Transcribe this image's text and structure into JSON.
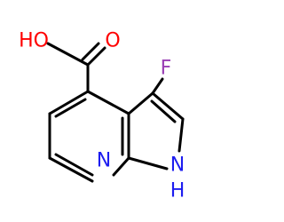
{
  "structure": {
    "labels": {
      "hydroxyl": "HO",
      "carbonyl_oxygen": "O",
      "fluorine": "F",
      "pyridine_nitrogen": "N",
      "pyrrole_nh": "N",
      "pyrrole_h": "H"
    },
    "colors": {
      "bond": "#000000",
      "oxygen": "#ff0000",
      "fluorine": "#9a3fb5",
      "nitrogen": "#1d1df0",
      "background": "#ffffff"
    }
  }
}
